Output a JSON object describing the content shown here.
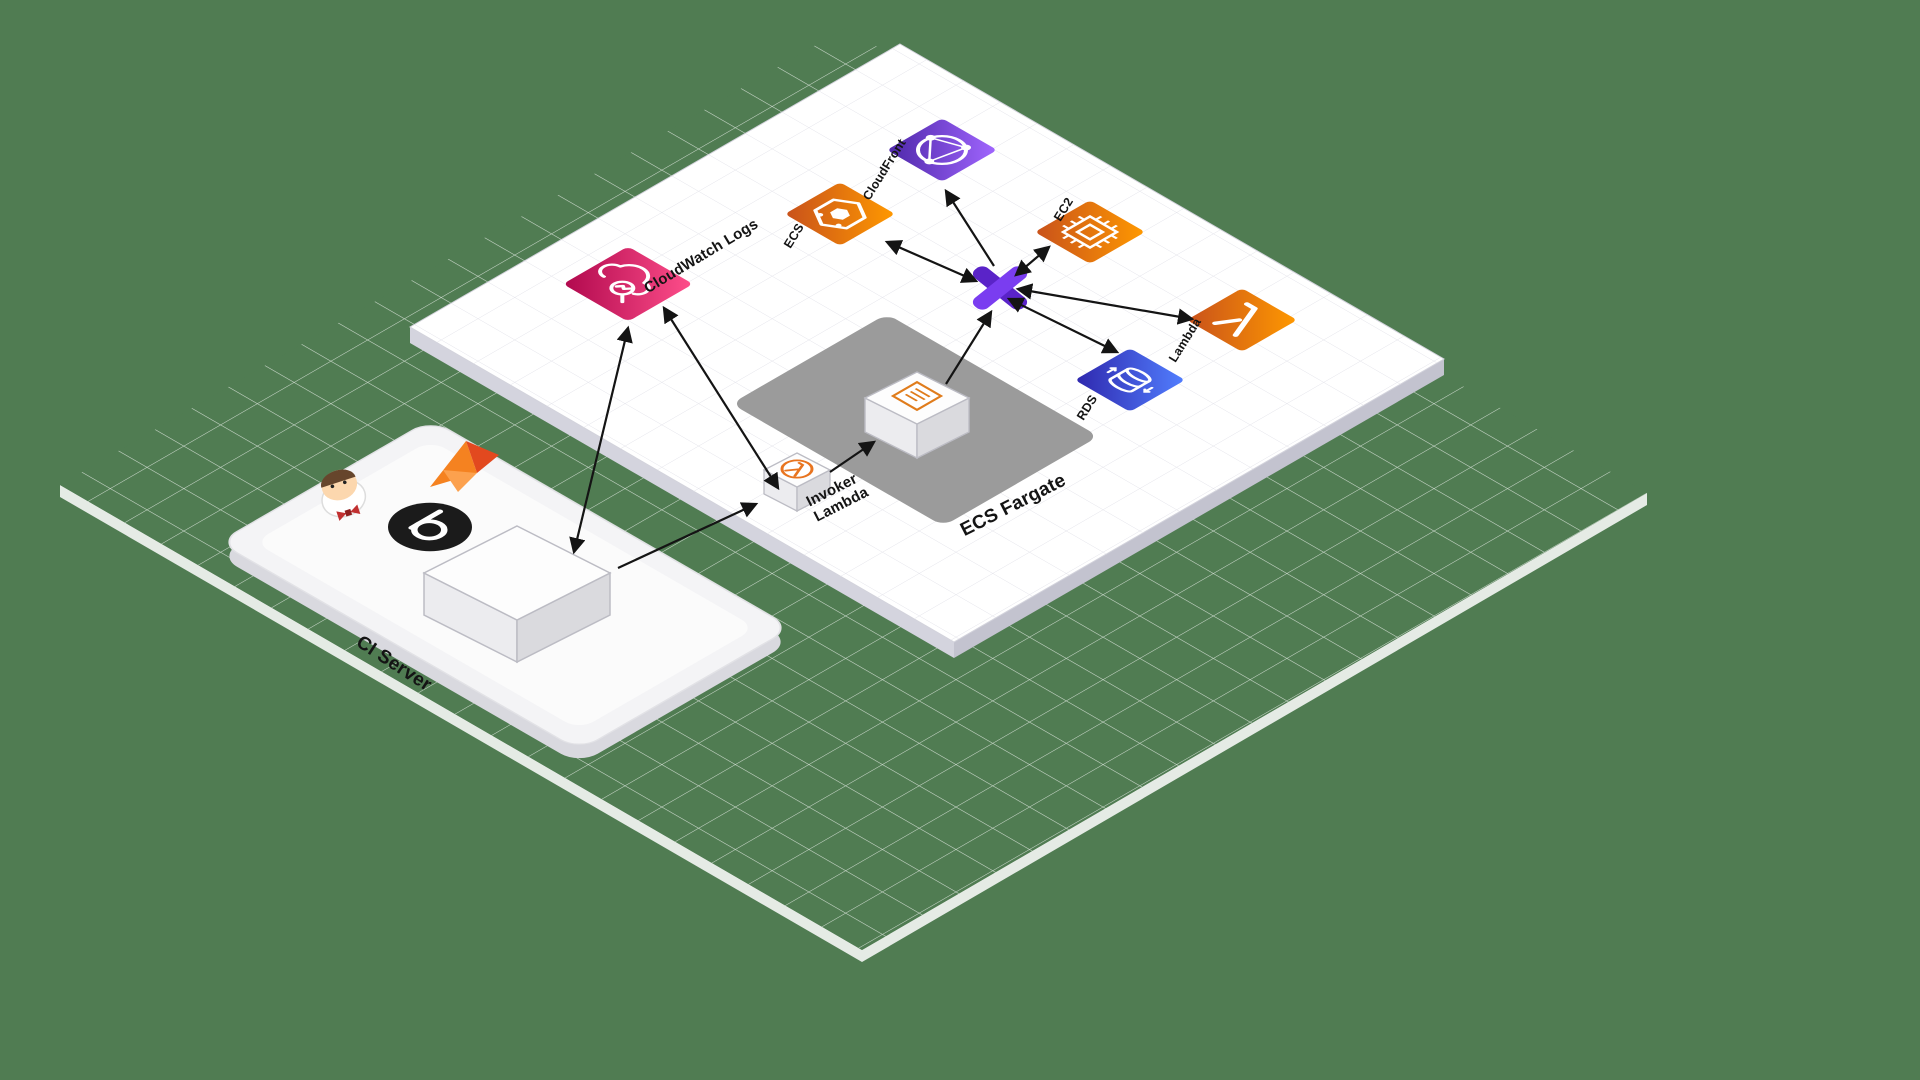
{
  "diagram": {
    "background_color": "#507c52",
    "grid": {
      "green_line_color": "#ffffff",
      "plane_line_color": "#e3e3ea"
    },
    "nodes": {
      "cloudwatch_logs": {
        "label": "CloudWatch Logs",
        "color_start": "#b0084d",
        "color_end": "#ff4f8b"
      },
      "ecs": {
        "label": "ECS",
        "color_start": "#c8511b",
        "color_end": "#ff9900"
      },
      "cloudfront": {
        "label": "CloudFront",
        "color_start": "#4d27a8",
        "color_end": "#a166ff"
      },
      "ec2": {
        "label": "EC2"
      },
      "lambda": {
        "label": "Lambda"
      },
      "rds": {
        "label": "RDS",
        "color_start": "#2e27ad",
        "color_end": "#527fff"
      },
      "invoker_lambda": {
        "label": "Invoker\nLambda"
      },
      "ecs_fargate": {
        "label": "ECS Fargate",
        "platform_color": "#9b9b9b"
      },
      "ci_server": {
        "label": "CI Server"
      }
    },
    "hub": {
      "name": "junction-x",
      "color_a": "#5a23c8",
      "color_b": "#7a3df0"
    },
    "connections": [
      {
        "from": "ci_server",
        "to": "cloudwatch_logs",
        "bidirectional": true
      },
      {
        "from": "cloudwatch_logs",
        "to": "invoker_lambda",
        "bidirectional": true
      },
      {
        "from": "ci_server",
        "to": "invoker_lambda",
        "bidirectional": false
      },
      {
        "from": "invoker_lambda",
        "to": "ecs_fargate",
        "bidirectional": false
      },
      {
        "from": "ecs_fargate",
        "to": "junction",
        "bidirectional": false
      },
      {
        "from": "junction",
        "to": "ecs",
        "bidirectional": true
      },
      {
        "from": "junction",
        "to": "cloudfront",
        "bidirectional": false
      },
      {
        "from": "junction",
        "to": "ec2",
        "bidirectional": true
      },
      {
        "from": "junction",
        "to": "lambda",
        "bidirectional": true
      },
      {
        "from": "junction",
        "to": "rds",
        "bidirectional": true
      }
    ]
  }
}
